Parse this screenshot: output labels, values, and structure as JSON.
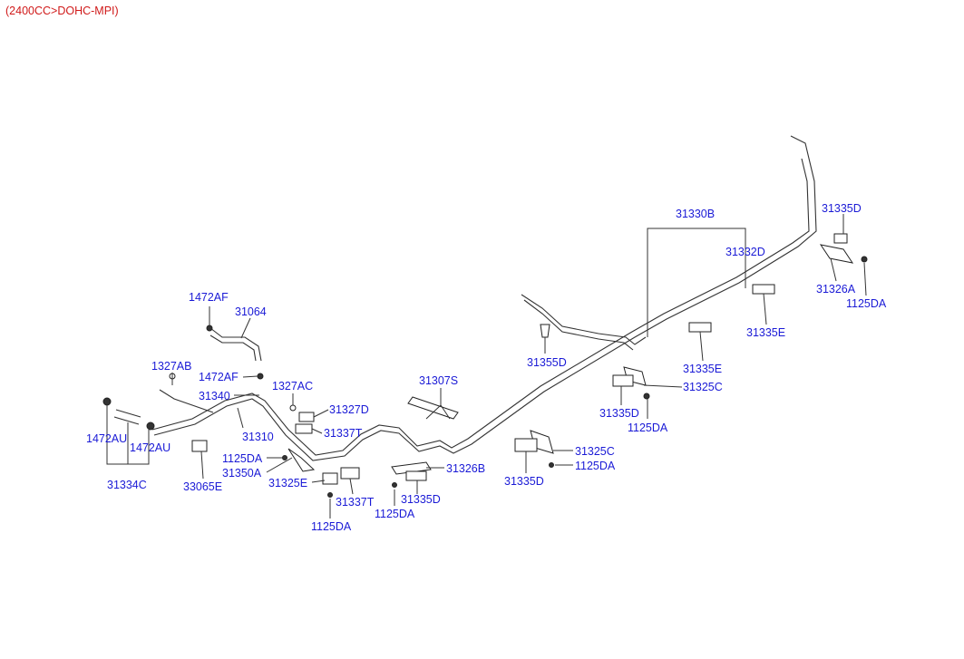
{
  "header": "(2400CC>DOHC-MPI)",
  "labels": {
    "p31330B": "31330B",
    "p31332D": "31332D",
    "p31335D_tr": "31335D",
    "p31326A": "31326A",
    "p1125DA_tr": "1125DA",
    "p31335E_r": "31335E",
    "p31335E_m": "31335E",
    "p31325C_m": "31325C",
    "p31335D_m": "31335D",
    "p1125DA_m": "1125DA",
    "p31355D": "31355D",
    "p31307S": "31307S",
    "p1472AF_t": "1472AF",
    "p31064": "31064",
    "p1327AB": "1327AB",
    "p1472AF_m": "1472AF",
    "p1327AC": "1327AC",
    "p31340": "31340",
    "p31327D": "31327D",
    "p31337T_u": "31337T",
    "p31310": "31310",
    "p1472AU_l": "1472AU",
    "p1472AU_r": "1472AU",
    "p31334C": "31334C",
    "p33065E": "33065E",
    "p1125DA_l": "1125DA",
    "p31350A": "31350A",
    "p31325E": "31325E",
    "p31337T_b": "31337T",
    "p1125DA_b": "1125DA",
    "p31326B": "31326B",
    "p31335D_b": "31335D",
    "p1125DA_bc": "1125DA",
    "p31325C_b": "31325C",
    "p1125DA_br": "1125DA",
    "p31335D_br": "31335D"
  },
  "colors": {
    "label": "#1a1ad6",
    "header": "#d01a1a",
    "line": "#333333"
  }
}
